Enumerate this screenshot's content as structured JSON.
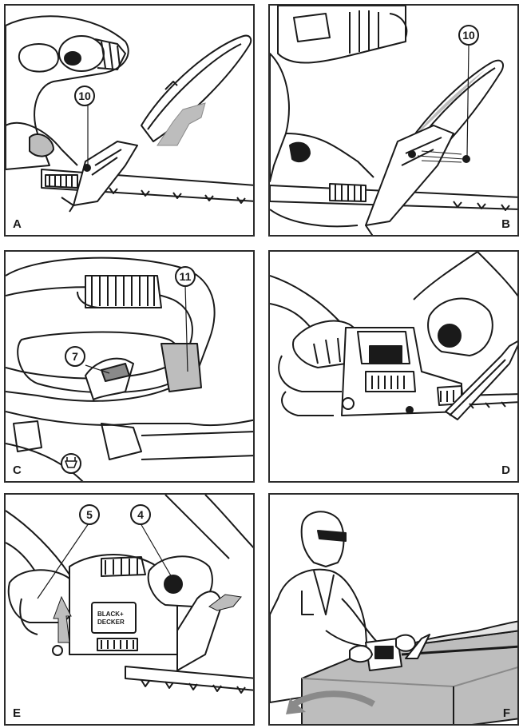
{
  "panels": [
    {
      "label": "A",
      "callouts": [
        "10"
      ]
    },
    {
      "label": "B",
      "callouts": [
        "10"
      ]
    },
    {
      "label": "C",
      "callouts": [
        "11",
        "7"
      ]
    },
    {
      "label": "D",
      "callouts": []
    },
    {
      "label": "E",
      "callouts": [
        "5",
        "4"
      ]
    },
    {
      "label": "F",
      "callouts": []
    }
  ],
  "brand_text": {
    "line1": "BLACK+",
    "line2": "DECKER"
  },
  "colors": {
    "line": "#1a1a1a",
    "shade": "#bdbdbd",
    "dark_shade": "#8a8a8a",
    "background": "#ffffff"
  }
}
